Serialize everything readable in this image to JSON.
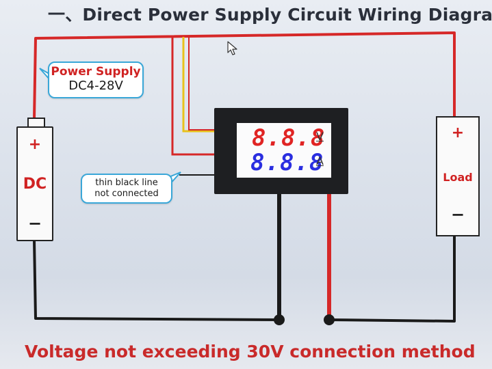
{
  "title": "一、Direct Power Supply Circuit Wiring Diagram",
  "power_supply_callout": {
    "line1": "Power Supply",
    "line2": "DC4-28V"
  },
  "battery": {
    "plus": "+",
    "label": "DC",
    "minus": "−"
  },
  "black_line_callout": {
    "line1": "thin black line",
    "line2": "not connected"
  },
  "meter": {
    "voltage_digits": "8.8.8",
    "voltage_unit": "V",
    "current_digits": "8.8.8",
    "current_unit": "A"
  },
  "load": {
    "plus": "+",
    "label": "Load",
    "minus": "−"
  },
  "footer": "Voltage not exceeding 30V connection method",
  "colors": {
    "positive_wire": "#d62828",
    "negative_wire": "#1a1a1a",
    "signal_wire": "#e8c21c",
    "callout_border": "#3aa7d8",
    "voltage_digits": "#e02424",
    "current_digits": "#2a2ee0"
  },
  "icons": [
    "mouse-cursor-icon"
  ]
}
